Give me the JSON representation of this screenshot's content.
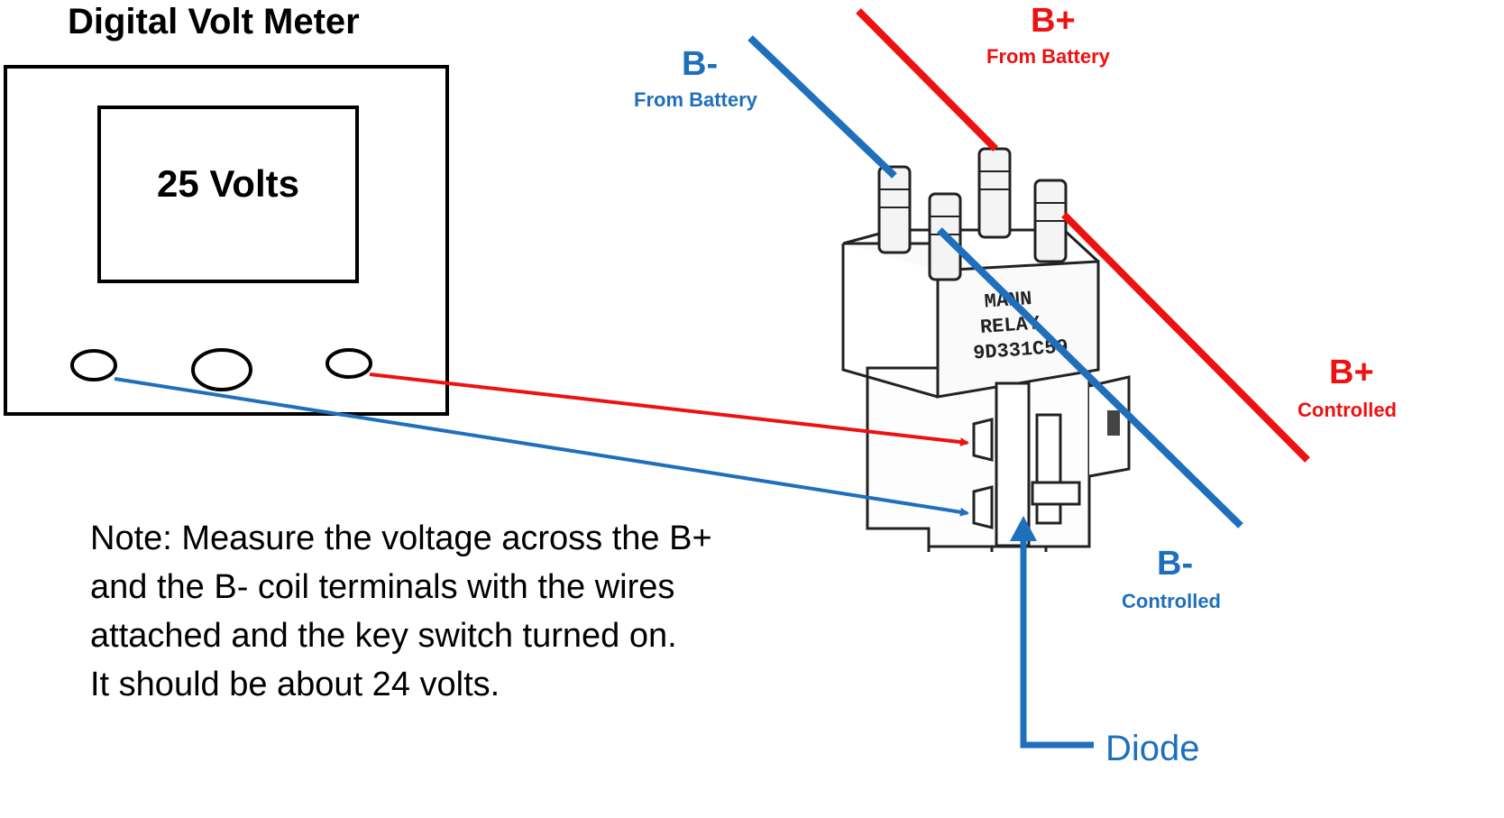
{
  "meter": {
    "title": "Digital Volt Meter",
    "reading": "25 Volts"
  },
  "labels": {
    "b_minus_battery": {
      "main": "B-",
      "sub": "From Battery"
    },
    "b_plus_battery": {
      "main": "B+",
      "sub": "From Battery"
    },
    "b_plus_controlled": {
      "main": "B+",
      "sub": "Controlled"
    },
    "b_minus_controlled": {
      "main": "B-",
      "sub": "Controlled"
    },
    "diode": "Diode"
  },
  "relay_marking": [
    "MANN",
    "RELAY",
    "9D331C59"
  ],
  "note": [
    "Note: Measure the voltage across the B+",
    "and the B- coil terminals with the wires",
    "attached and the key switch turned on.",
    "It should be about 24 volts."
  ],
  "colors": {
    "positive_wire": "#ee1111",
    "negative_wire": "#1f6fbd",
    "outline": "#000000"
  }
}
